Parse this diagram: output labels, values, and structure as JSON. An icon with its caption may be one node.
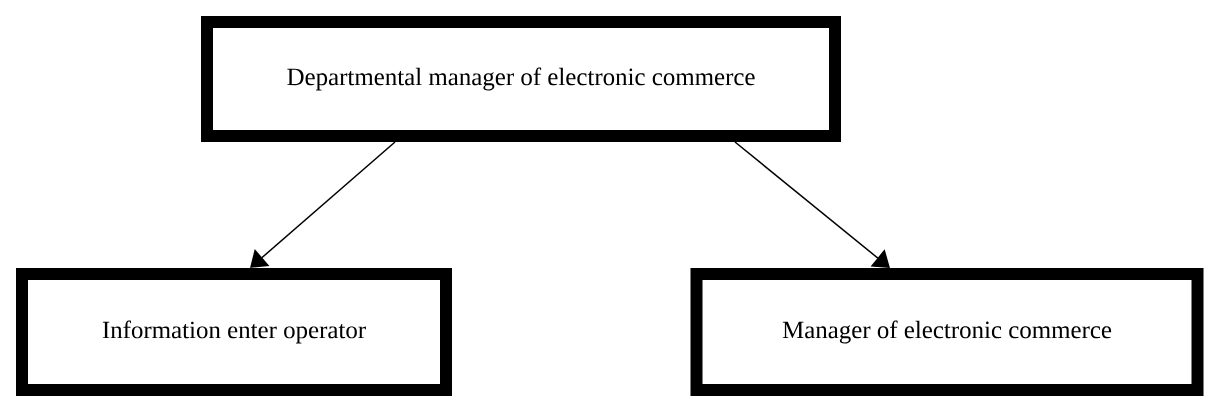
{
  "diagram": {
    "nodes": [
      {
        "text": [
          "Departmental manager of electronic commerce"
        ]
      },
      {
        "text": [
          "Information enter operator"
        ]
      },
      {
        "text": [
          "Manager of electronic commerce"
        ]
      }
    ],
    "edges": [
      {
        "from": 0,
        "to": 1,
        "arrow": "to"
      },
      {
        "from": 0,
        "to": 2,
        "arrow": "to"
      }
    ]
  }
}
